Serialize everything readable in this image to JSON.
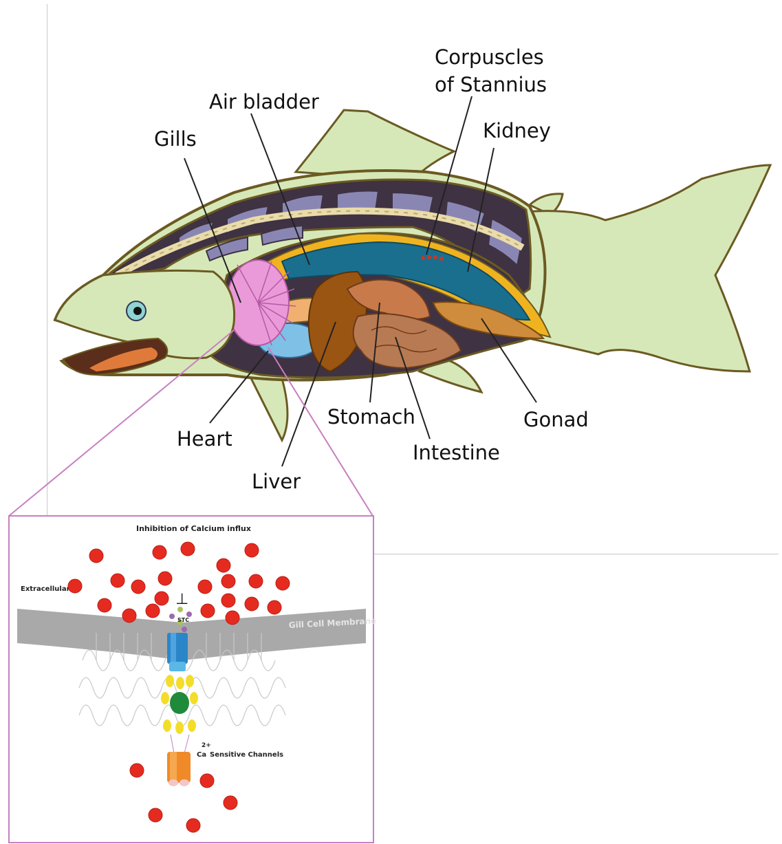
{
  "fish_labels": {
    "corpuscles_line1": "Corpuscles",
    "corpuscles_line2": "of Stannius",
    "air_bladder": "Air bladder",
    "kidney": "Kidney",
    "gills": "Gills",
    "heart": "Heart",
    "liver": "Liver",
    "stomach": "Stomach",
    "intestine": "Intestine",
    "gonad": "Gonad"
  },
  "inset": {
    "title": "Inhibition of Calcium influx",
    "extracellular": "Extracellular",
    "membrane": "Gill Cell Membrane",
    "stc": "STC",
    "inhibit_symbol": "⊥",
    "ca_superscript": "2+",
    "ca": "Ca",
    "channels": "Sensitive Channels"
  },
  "colors": {
    "fish_skin": "#d6e8b8",
    "fish_outline": "#6b5a22",
    "dorsal_dark": "#3f3242",
    "dorsal_purple": "#8a86b4",
    "spine": "#e9dcaa",
    "air_bladder": "#1a6f8f",
    "yellow_band": "#f0b320",
    "liver": "#9a5512",
    "stomach": "#c87a4a",
    "intestine": "#b87a52",
    "gonad": "#cf8c3c",
    "gills": "#ea9ad8",
    "heart": "#7fc0e6",
    "inset_border": "#c77fc0",
    "calcium_ion": "#e52b20",
    "membrane": "#a9a9a9",
    "channel_blue": "#2a86c8",
    "channel_orange": "#f08a28",
    "yellow_subunit": "#f4dd2a",
    "green_subunit": "#1f8a3a"
  }
}
